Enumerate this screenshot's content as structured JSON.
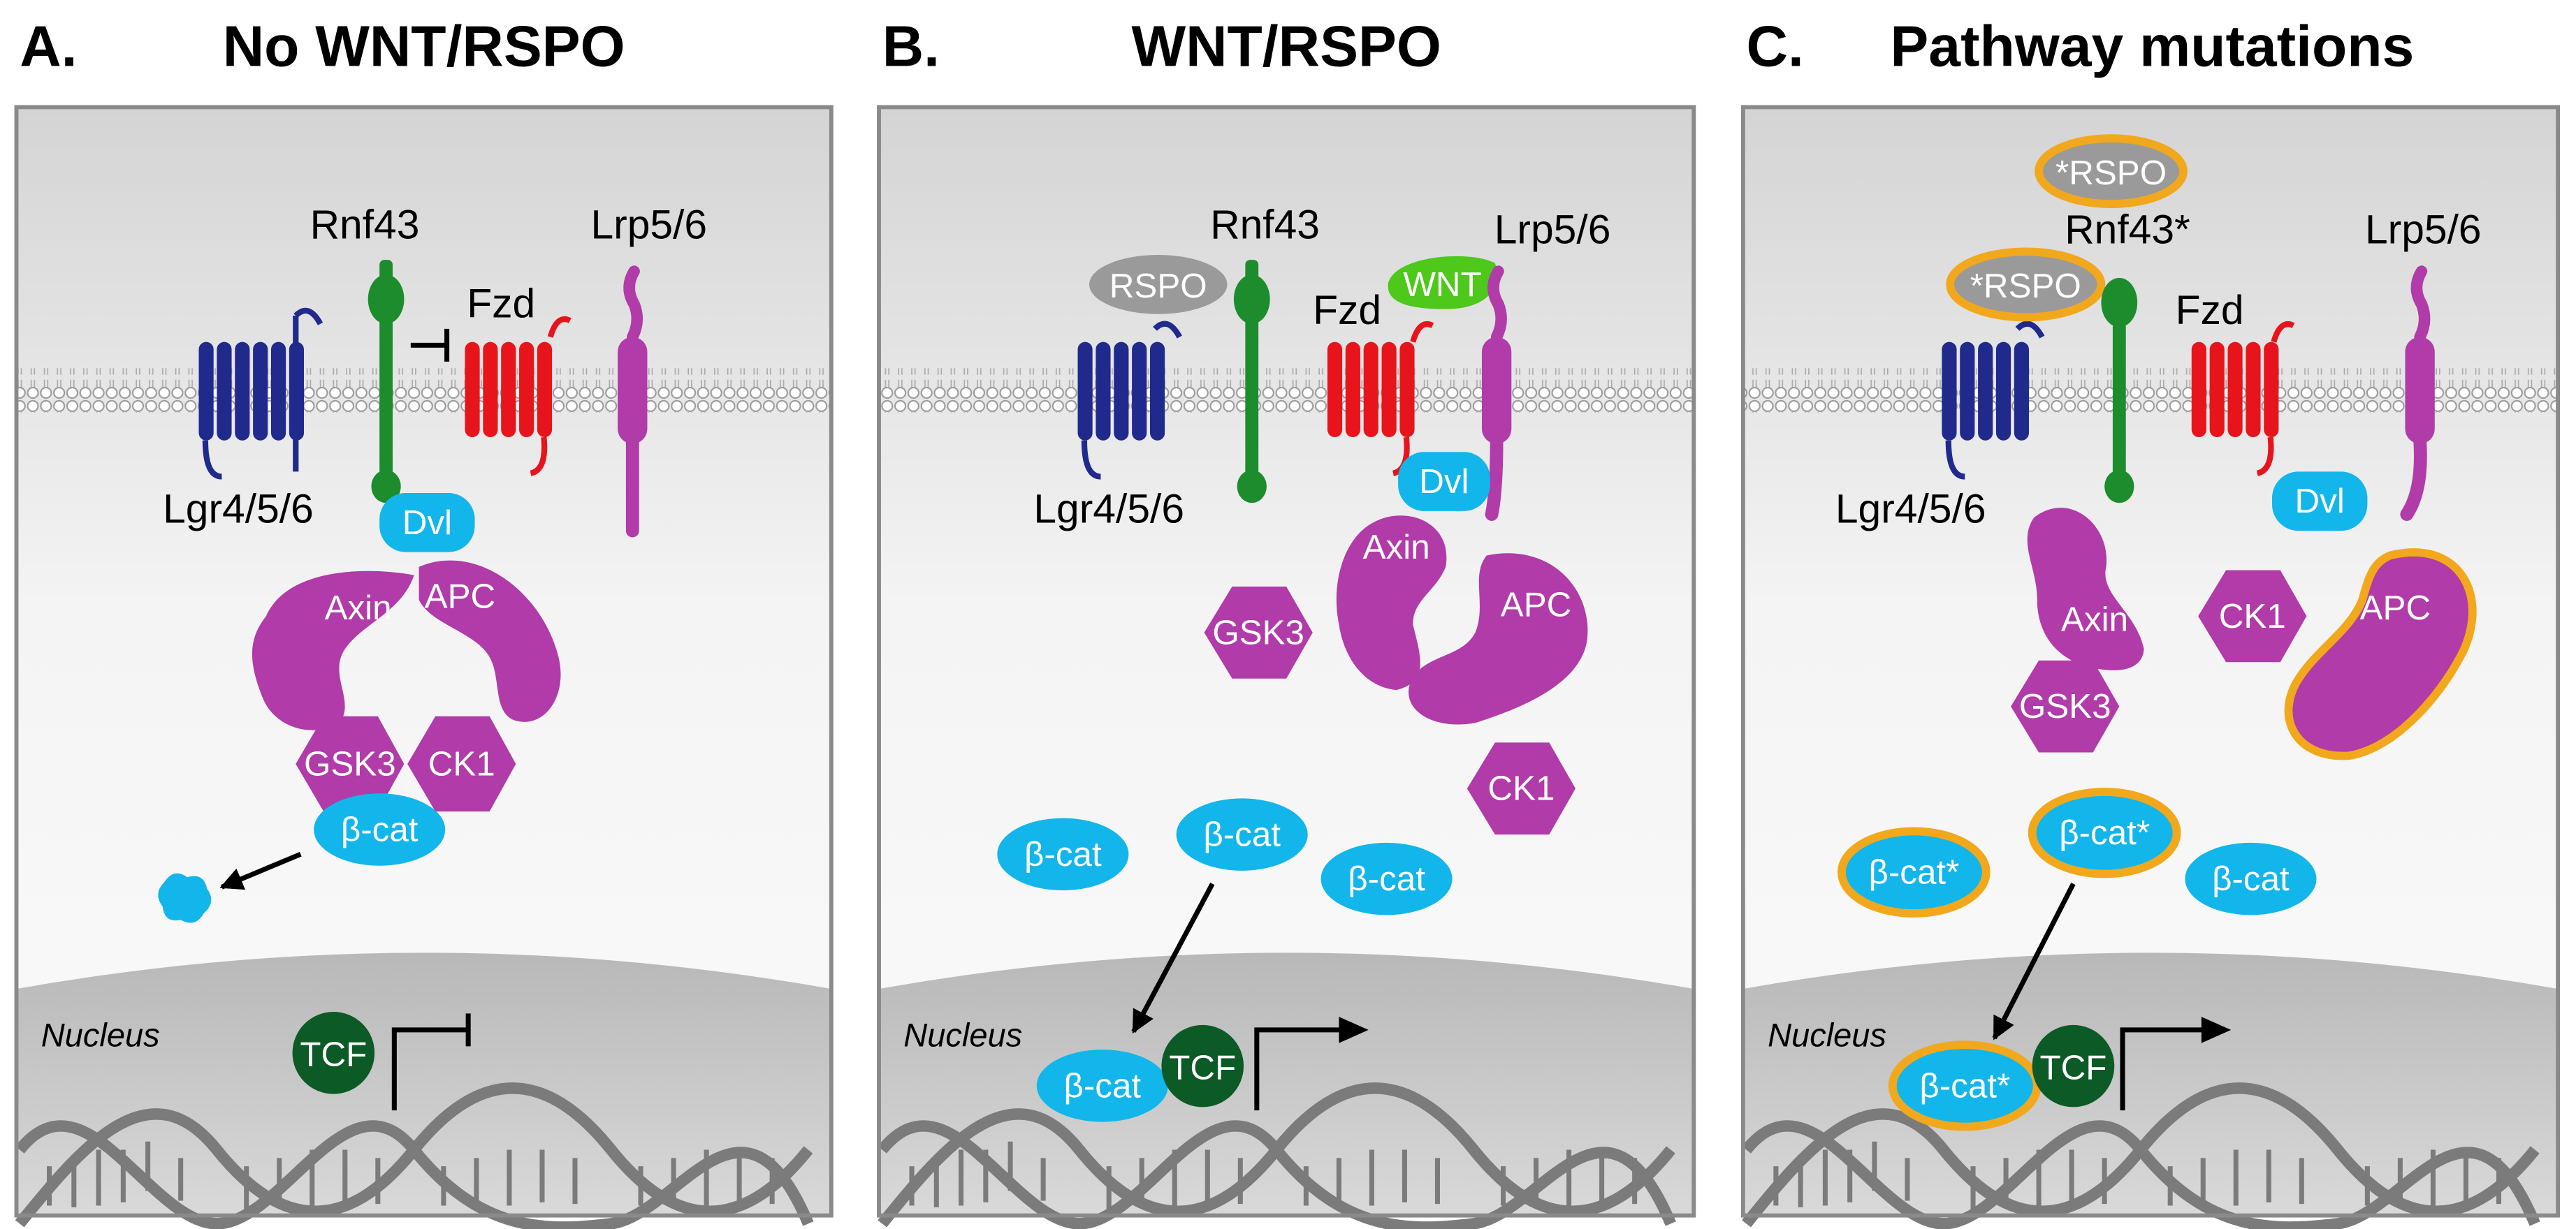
{
  "panels": {
    "a": {
      "letter": "A.",
      "title": "No WNT/RSPO",
      "rnf43": "Rnf43",
      "fzd": "Fzd",
      "lrp": "Lrp5/6",
      "lgr": "Lgr4/5/6",
      "dvl": "Dvl",
      "axin": "Axin",
      "apc": "APC",
      "gsk3": "GSK3",
      "ck1": "CK1",
      "bcat": "β-cat",
      "nucleus": "Nucleus",
      "tcf": "TCF"
    },
    "b": {
      "letter": "B.",
      "title": "WNT/RSPO",
      "rnf43": "Rnf43",
      "rspo": "RSPO",
      "wnt": "WNT",
      "fzd": "Fzd",
      "lrp": "Lrp5/6",
      "lgr": "Lgr4/5/6",
      "dvl": "Dvl",
      "axin": "Axin",
      "apc": "APC",
      "gsk3": "GSK3",
      "ck1": "CK1",
      "bcat1": "β-cat",
      "bcat2": "β-cat",
      "bcat3": "β-cat",
      "bcat_nuc": "β-cat",
      "nucleus": "Nucleus",
      "tcf": "TCF"
    },
    "c": {
      "letter": "C.",
      "title": "Pathway mutations",
      "rspo_top": "*RSPO",
      "rnf43": "Rnf43*",
      "rspo_mem": "*RSPO",
      "fzd": "Fzd",
      "lrp": "Lrp5/6",
      "lgr": "Lgr4/5/6",
      "dvl": "Dvl",
      "axin": "Axin",
      "apc": "APC",
      "gsk3": "GSK3",
      "ck1": "CK1",
      "bcat1": "β-cat*",
      "bcat2": "β-cat*",
      "bcat3": "β-cat",
      "bcat_nuc": "β-cat*",
      "nucleus": "Nucleus",
      "tcf": "TCF"
    }
  },
  "colors": {
    "purple": "#b13ba8",
    "blue": "#1f2a8c",
    "red": "#e8141c",
    "green": "#1d8c2c",
    "cyan": "#12b6ea",
    "dark_green": "#0c5a26",
    "gray_ligand": "#9a9a9a",
    "wnt_green": "#4dc81b",
    "mutation_outline": "#f2a81d"
  }
}
